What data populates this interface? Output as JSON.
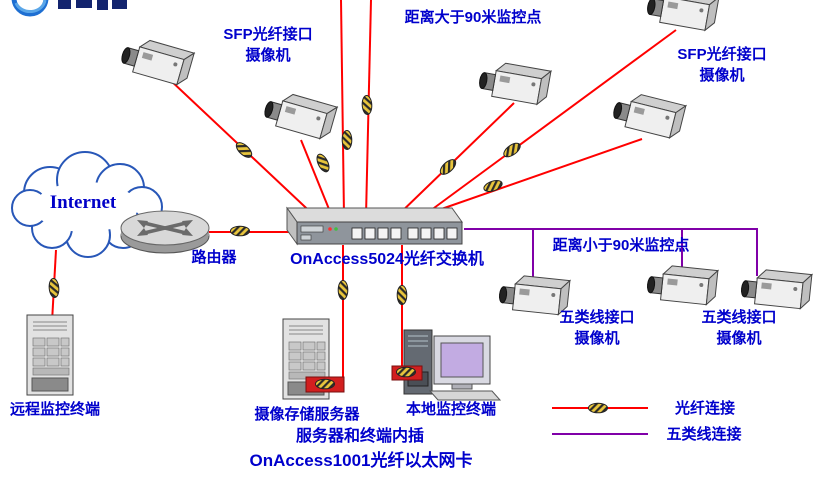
{
  "colors": {
    "fiber_line": "#ff0000",
    "cat5_line": "#8000a8",
    "label_text": "#0000cc",
    "connector_fill": "#e8c53c",
    "nic_card": "#d21f1f"
  },
  "labels": {
    "far_note": "距离大于90米监控点",
    "near_note": "距离小于90米监控点",
    "sfp_left_line1": "SFP光纤接口",
    "sfp_left_line2": "摄像机",
    "sfp_right_line1": "SFP光纤接口",
    "sfp_right_line2": "摄像机",
    "internet": "Internet",
    "router": "路由器",
    "switch": "OnAccess5024光纤交换机",
    "cat5_left_line1": "五类线接口",
    "cat5_left_line2": "摄像机",
    "cat5_right_line1": "五类线接口",
    "cat5_right_line2": "摄像机",
    "remote_terminal": "远程监控终端",
    "storage_server": "摄像存储服务器",
    "local_terminal": "本地监控终端",
    "nic_note_line1": "服务器和终端内插",
    "nic_note_line2": "OnAccess1001光纤以太网卡",
    "legend_fiber": "光纤连接",
    "legend_cat5": "五类线连接"
  },
  "icons": {
    "camera-icon": "cctv-box-camera",
    "router-icon": "cylinder-with-cross-arrows",
    "switch-icon": "rack-switch-with-ports",
    "internet-cloud-icon": "cloud-outline",
    "server-tower-icon": "tower-server",
    "local-terminal-icon": "desktop-pc-with-monitor",
    "fiber-connector-icon": "hatched-ellipse-transceiver",
    "brand-logo": "partial-logo-top-left"
  }
}
